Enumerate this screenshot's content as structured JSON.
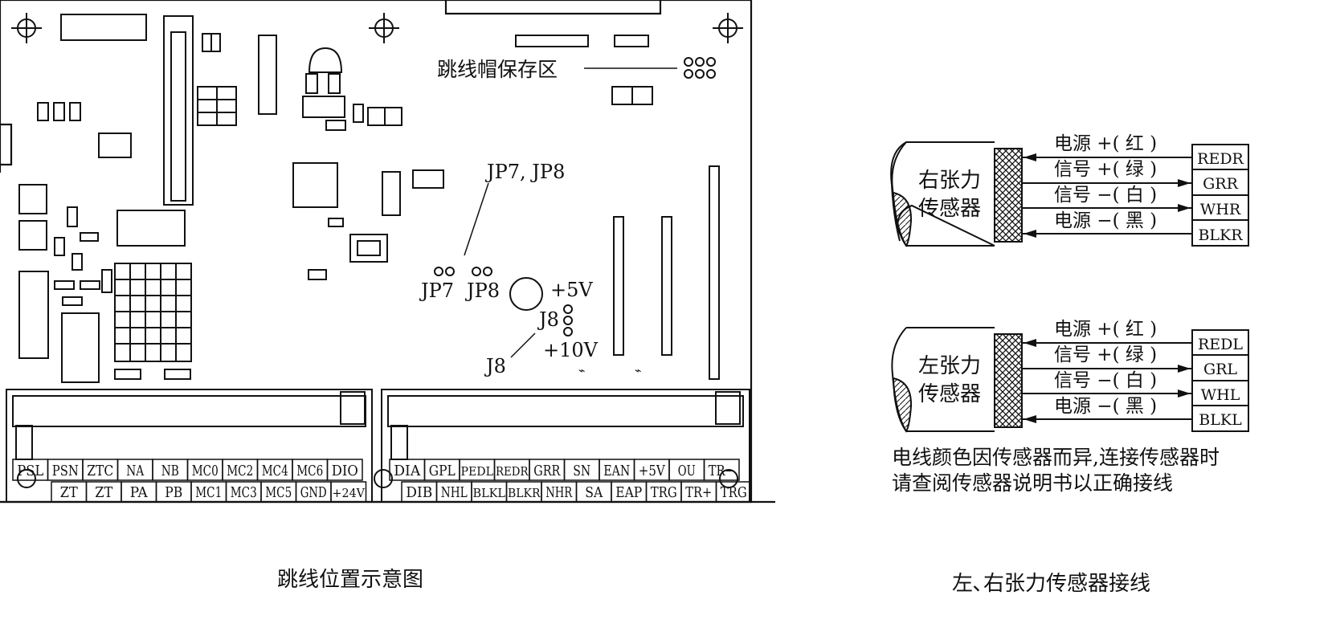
{
  "board": {
    "jumper_storage_label": "跳线帽保存区",
    "jp_callout": "JP7, JP8",
    "jp7_label": "JP7",
    "jp8_label": "JP8",
    "j8_label_right": "J8",
    "j8_label_left": "J8",
    "plus5v_label": "+5V",
    "plus10v_label": "+10V",
    "terminals": {
      "left_top": [
        "PSL",
        "PSN",
        "ZTC",
        "NA",
        "NB",
        "MC0",
        "MC2",
        "MC4",
        "MC6",
        "DIO"
      ],
      "left_bottom": [
        "ZT",
        "ZT",
        "PA",
        "PB",
        "MC1",
        "MC3",
        "MC5",
        "GND",
        "+24V"
      ],
      "right_top": [
        "DIA",
        "GPL",
        "PEDL",
        "REDR",
        "GRR",
        "SN",
        "EAN",
        "+5V",
        "OU",
        "TR−"
      ],
      "right_bottom": [
        "DIB",
        "NHL",
        "BLKL",
        "BLKR",
        "NHR",
        "SA",
        "EAP",
        "TRG",
        "TR+",
        "TRG"
      ]
    }
  },
  "sensors": {
    "right": {
      "name_line1": "右张力",
      "name_line2": "传感器",
      "wires": [
        "电源 +( 红 )",
        "信号 +( 绿 )",
        "信号 −( 白 )",
        "电源 −( 黑 )"
      ],
      "terminals": [
        "REDR",
        "GRR",
        "WHR",
        "BLKR"
      ]
    },
    "left": {
      "name_line1": "左张力",
      "name_line2": "传感器",
      "wires": [
        "电源 +( 红 )",
        "信号 +( 绿 )",
        "信号 −( 白 )",
        "电源 −( 黑 )"
      ],
      "terminals": [
        "REDL",
        "GRL",
        "WHL",
        "BLKL"
      ]
    },
    "note_line1": "电线颜色因传感器而异,连接传感器时",
    "note_line2": "请查阅传感器说明书以正确接线"
  },
  "captions": {
    "left": "跳线位置示意图",
    "right": "左､右张力传感器接线"
  }
}
